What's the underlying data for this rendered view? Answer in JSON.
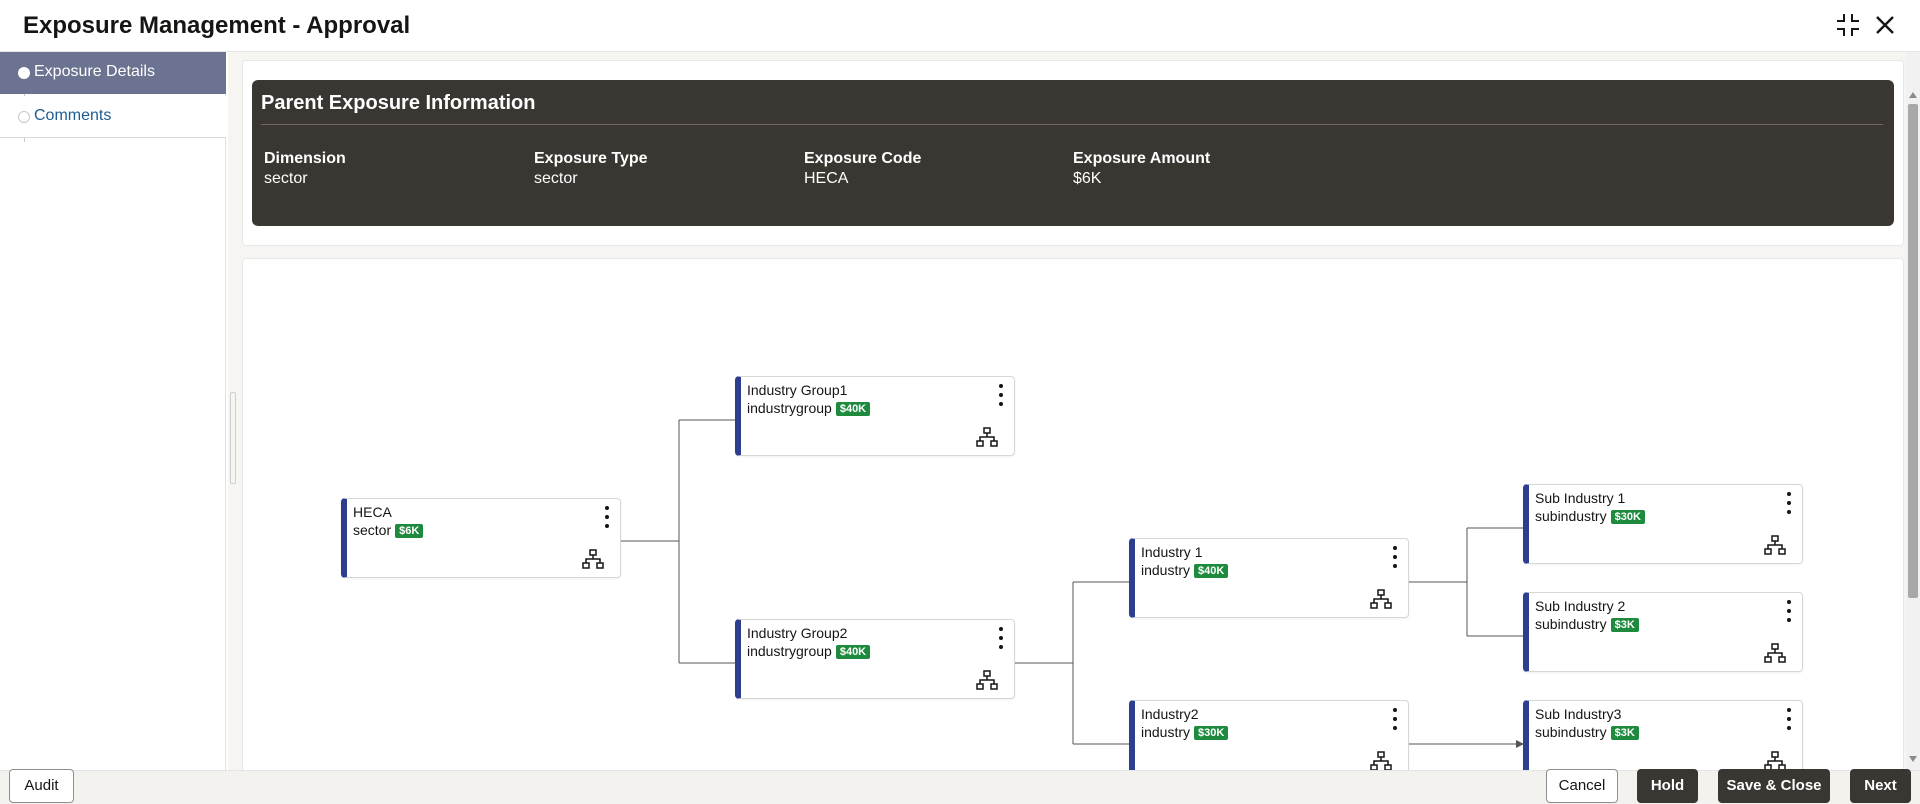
{
  "header": {
    "title": "Exposure Management - Approval"
  },
  "nav": {
    "items": [
      {
        "label": "Exposure Details"
      },
      {
        "label": "Comments"
      }
    ]
  },
  "parent_info": {
    "title": "Parent Exposure Information",
    "fields": [
      {
        "label": "Dimension",
        "value": "sector"
      },
      {
        "label": "Exposure Type",
        "value": "sector"
      },
      {
        "label": "Exposure Code",
        "value": "HECA"
      },
      {
        "label": "Exposure Amount",
        "value": "$6K"
      }
    ]
  },
  "tree": {
    "nodes": [
      {
        "name": "HECA",
        "type": "sector",
        "amount": "$6K"
      },
      {
        "name": "Industry Group1",
        "type": "industrygroup",
        "amount": "$40K"
      },
      {
        "name": "Industry Group2",
        "type": "industrygroup",
        "amount": "$40K"
      },
      {
        "name": "Industry 1",
        "type": "industry",
        "amount": "$40K"
      },
      {
        "name": "Industry2",
        "type": "industry",
        "amount": "$30K"
      },
      {
        "name": "Sub Industry 1",
        "type": "subindustry",
        "amount": "$30K"
      },
      {
        "name": "Sub Industry 2",
        "type": "subindustry",
        "amount": "$3K"
      },
      {
        "name": "Sub Industry3",
        "type": "subindustry",
        "amount": "$3K"
      }
    ]
  },
  "footer": {
    "audit": "Audit",
    "cancel": "Cancel",
    "hold": "Hold",
    "save_close": "Save & Close",
    "next": "Next"
  },
  "colors": {
    "node_accent": "#2d3e8f",
    "badge": "#1e8a3e",
    "dark_card": "#3a3631",
    "nav_active": "#6b7390"
  }
}
